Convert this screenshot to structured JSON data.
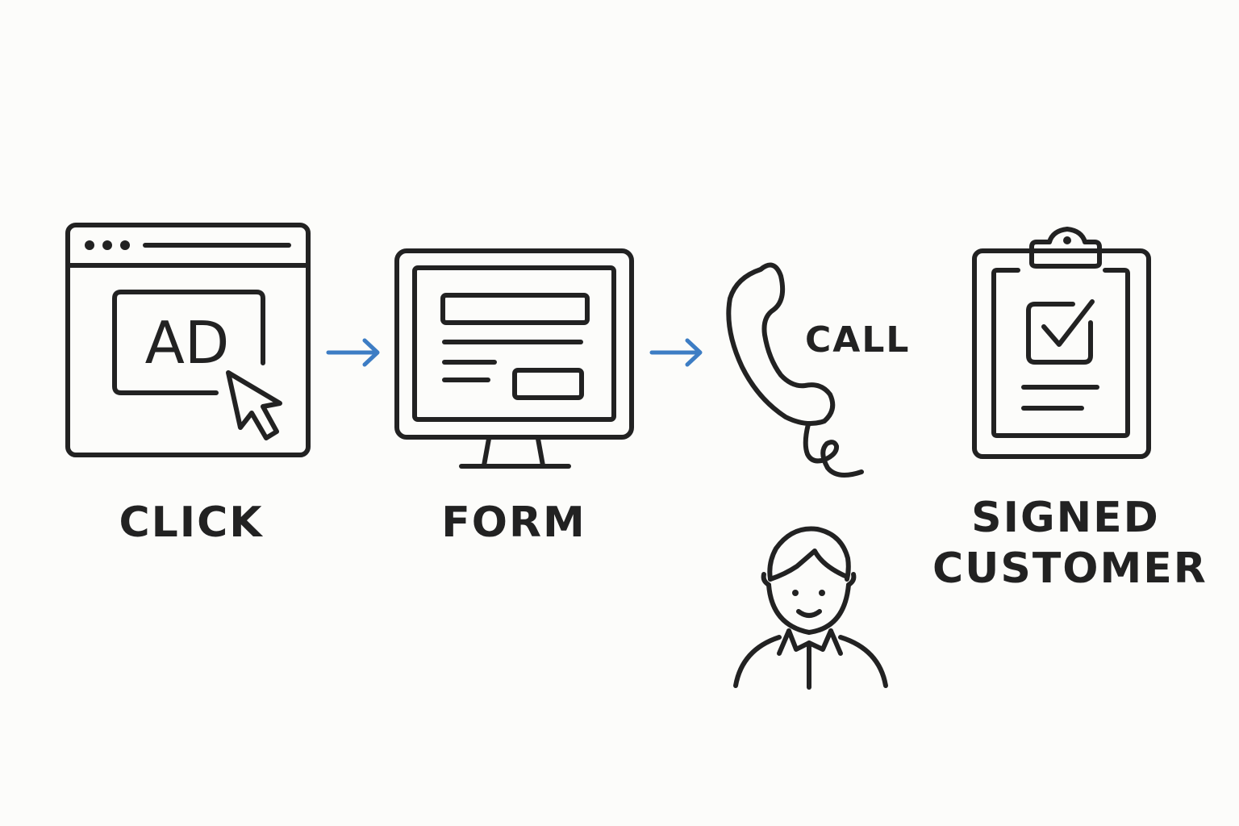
{
  "steps": [
    {
      "label": "CLICK",
      "icon": "browser-ad-icon",
      "inner_text": "AD"
    },
    {
      "label": "FORM",
      "icon": "monitor-form-icon"
    },
    {
      "label": "CALL",
      "icon": "phone-handset-icon"
    },
    {
      "label": "SIGNED CUSTOMER",
      "line1": "SIGNED",
      "line2": "CUSTOMER",
      "icon": "clipboard-check-icon"
    }
  ],
  "extra_icons": [
    "person-icon",
    "cursor-arrow-icon"
  ],
  "colors": {
    "ink": "#222222",
    "arrow": "#3d7dc4",
    "background": "#fcfcfa"
  }
}
